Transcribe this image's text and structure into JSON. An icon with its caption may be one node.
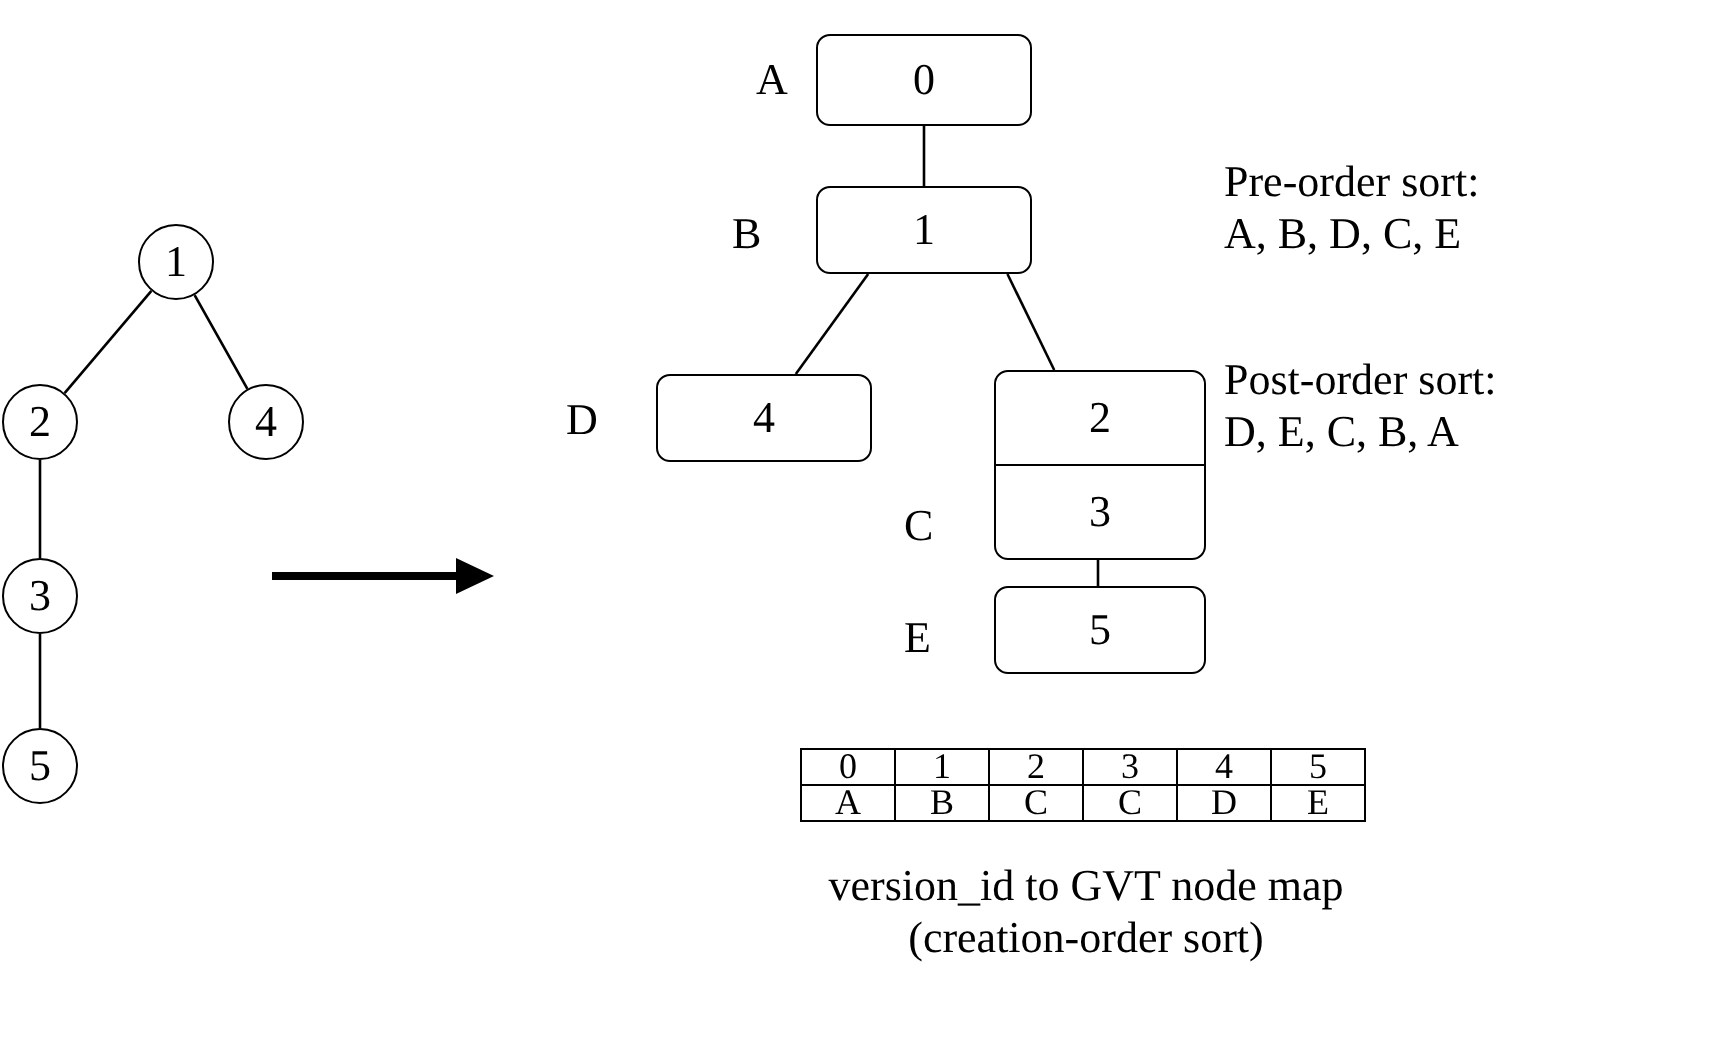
{
  "diagram": {
    "nodes": [
      {
        "text": [
          "1"
        ]
      },
      {
        "text": [
          "2"
        ]
      },
      {
        "text": [
          "4"
        ]
      },
      {
        "text": [
          "3"
        ]
      },
      {
        "text": [
          "5"
        ]
      },
      {
        "text": [
          "0"
        ],
        "beside": [
          "A"
        ]
      },
      {
        "text": [
          "1"
        ],
        "beside": [
          "B"
        ]
      },
      {
        "text": [
          "4"
        ],
        "beside": [
          "D"
        ]
      },
      {
        "text": [
          "2",
          "3"
        ],
        "beside": [
          "C"
        ]
      },
      {
        "text": [
          "5"
        ],
        "beside": [
          "E"
        ]
      }
    ],
    "edges": [
      {
        "from": 0,
        "to": 1,
        "arrow": "none"
      },
      {
        "from": 0,
        "to": 2,
        "arrow": "none"
      },
      {
        "from": 1,
        "to": 3,
        "arrow": "none"
      },
      {
        "from": 3,
        "to": 4,
        "arrow": "none"
      },
      {
        "from": 5,
        "to": 6,
        "arrow": "none"
      },
      {
        "from": 6,
        "to": 7,
        "arrow": "none"
      },
      {
        "from": 6,
        "to": 8,
        "arrow": "none"
      },
      {
        "from": 8,
        "to": 9,
        "arrow": "none"
      }
    ],
    "labels": [
      "Pre-order sort: A, B, D, C, E",
      "Post-order sort: D, E, C, B, A",
      "0",
      "1",
      "2",
      "3",
      "4",
      "5",
      "A",
      "B",
      "C",
      "C",
      "D",
      "E",
      "version_id to GVT node map (creation-order sort)"
    ]
  }
}
